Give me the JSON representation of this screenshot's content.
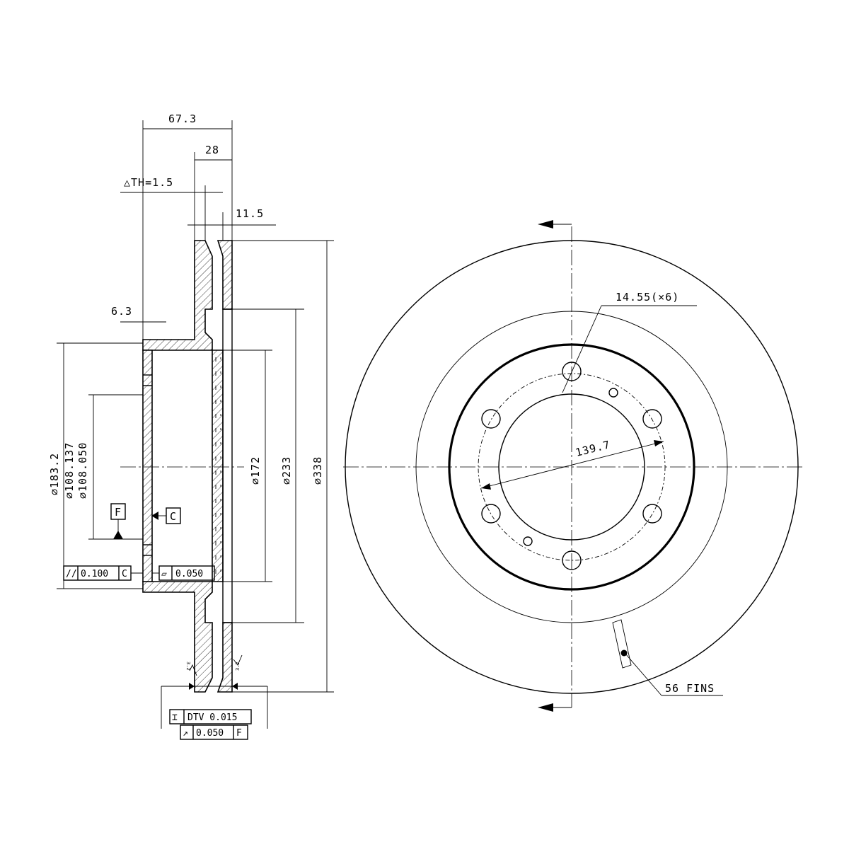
{
  "side_view": {
    "dim_overall_width": "67.3",
    "dim_hub_height": "28",
    "dim_thickness_variation": "△TH=1.5",
    "dim_rotor_thickness": "11.5",
    "dim_hat_wall": "6.3",
    "dim_hat_outer_dia": "∅183.2",
    "dim_center_bore_max": "∅108.137",
    "dim_center_bore_min": "∅108.050",
    "dim_inner_friction_dia": "∅172",
    "dim_vent_dia": "∅233",
    "dim_outer_dia": "∅338",
    "datum_f": "F",
    "datum_c": "C",
    "tol_parallelism_symbol": "//",
    "tol_parallelism_value": "0.100",
    "tol_parallelism_datum": "C",
    "tol_flatness_symbol": "▱",
    "tol_flatness_value": "0.050",
    "tol_dtv_symbol": "⌶",
    "tol_dtv_value": "DTV 0.015",
    "tol_runout_symbol": "↗",
    "tol_runout_value": "0.050",
    "tol_runout_datum": "F",
    "surface_finish_left": "3.2",
    "surface_finish_right": "3.2"
  },
  "front_view": {
    "bolt_hole_note": "14.55(×6)",
    "pcd_dim": "139.7",
    "fins_note": "56 FINS"
  }
}
